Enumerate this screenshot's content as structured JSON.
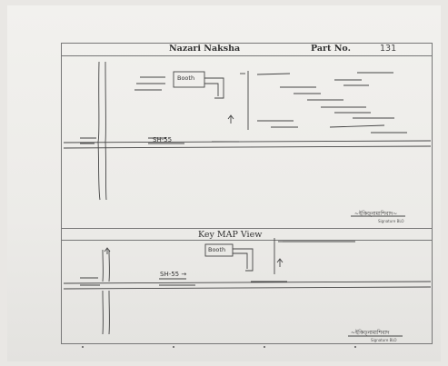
{
  "header": {
    "title": "Nazari Naksha",
    "part_label": "Part No.",
    "part_value": "131"
  },
  "key_map_title": "Key MAP View",
  "top_map": {
    "booth_label": "Booth",
    "road_label": "SH-55",
    "signature": "~ইকিড়্নামাশিবাদ~",
    "signature_caption": "Signature BLO"
  },
  "key_map": {
    "booth_label": "Booth",
    "road_label": "SH-55 →",
    "signature": "~ইকিড্নামাশিবাদ",
    "signature_caption": "Signature BLO"
  }
}
